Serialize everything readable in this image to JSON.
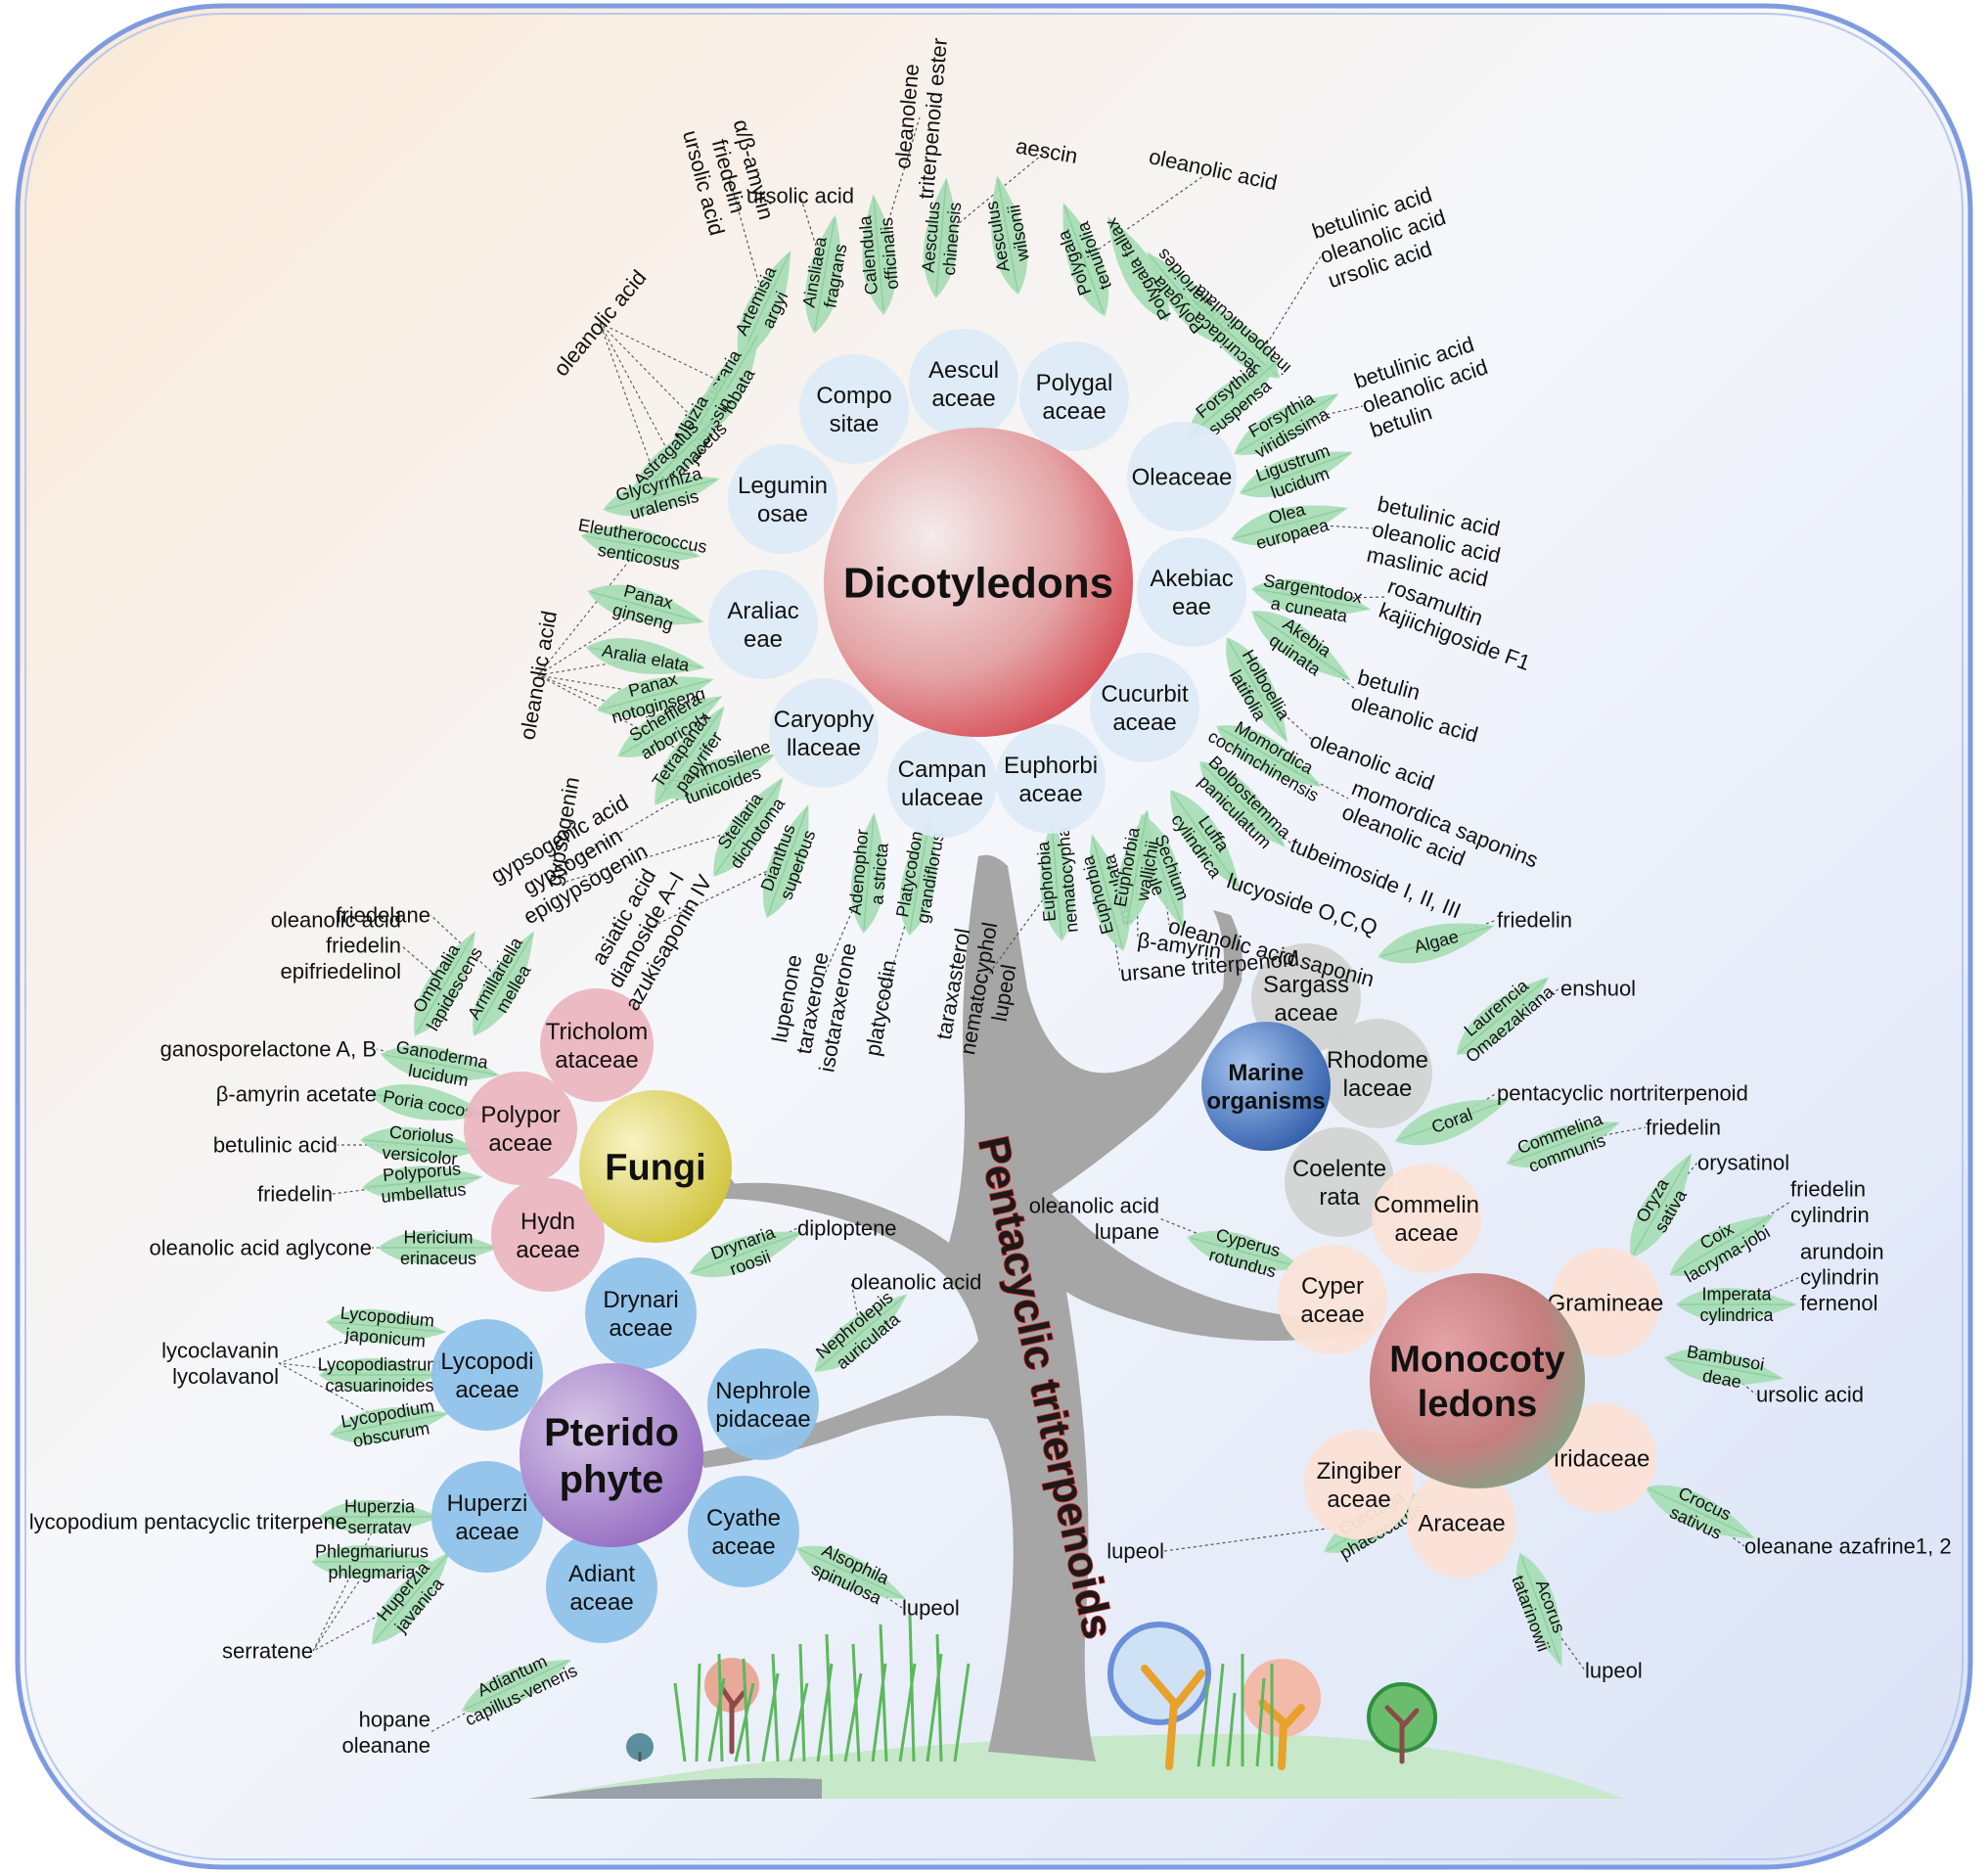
{
  "title": "Pentacyclic triterpenoids",
  "colors": {
    "frame": "#7f9be0",
    "leaf": "#a6dcb4",
    "trunk": "#a9a9a9",
    "dicot": "#d6555b",
    "fungi": "#dcd64a",
    "fungi_family": "#ebb6c0",
    "pterido": "#a688c6",
    "pterido_family": "#8fc2ea",
    "marine": "#3f6fbd",
    "marine_family": "#d3d3d3",
    "monocot": "#c45c6a",
    "monocot_family": "#fbe2d6",
    "dicot_family": "#ddeaf6"
  },
  "groups": {
    "dicot": {
      "label": "Dicotyledons",
      "families": [
        {
          "label": [
            "Compo",
            "sitae"
          ],
          "leaves": [
            {
              "name": [
                "Artemisia",
                "argyi"
              ],
              "compounds": [
                "α/β-amyrin",
                "friedelin",
                "ursolic acid"
              ]
            },
            {
              "name": [
                "Ainsliaea",
                "fragrans"
              ],
              "compounds": [
                "ursolic acid"
              ]
            },
            {
              "name": [
                "Calendula",
                "officinalis"
              ],
              "compounds": [
                "oleanolene",
                "triterpenoid ester"
              ]
            }
          ]
        },
        {
          "label": [
            "Aescul",
            "aceae"
          ],
          "leaves": [
            {
              "name": [
                "Aesculus",
                "chinensis"
              ],
              "compounds": [
                "aescin"
              ]
            },
            {
              "name": [
                "Aesculus",
                "wilsonii"
              ],
              "compounds": []
            }
          ]
        },
        {
          "label": [
            "Polygal",
            "aceae"
          ],
          "leaves": [
            {
              "name": [
                "Polygala",
                "tenuifolia"
              ],
              "compounds": [
                "oleanolic acid"
              ]
            },
            {
              "name": [
                "Polygala fallax"
              ],
              "compounds": []
            },
            {
              "name": [
                "Polygala",
                "crotalarioides"
              ],
              "compounds": []
            },
            {
              "name": [
                "Securidaca",
                "inappendiculata"
              ],
              "compounds": []
            }
          ]
        },
        {
          "label": [
            "Oleaceae"
          ],
          "leaves": [
            {
              "name": [
                "Forsythia",
                "suspensa"
              ],
              "compounds": [
                "betulinic acid",
                "oleanolic acid",
                "ursolic acid"
              ]
            },
            {
              "name": [
                "Forsythia",
                "viridissima"
              ],
              "compounds": [
                "betulinic acid",
                "oleanolic acid",
                "betulin"
              ]
            },
            {
              "name": [
                "Ligustrum",
                "lucidum"
              ],
              "compounds": []
            },
            {
              "name": [
                "Olea",
                "europaea"
              ],
              "compounds": [
                "betulinic acid",
                "oleanolic acid",
                "maslinic acid"
              ]
            }
          ]
        },
        {
          "label": [
            "Akebiac",
            "eae"
          ],
          "leaves": [
            {
              "name": [
                "Sargentodox",
                "a cuneata"
              ],
              "compounds": [
                "rosamultin",
                "kajiichigoside F1"
              ]
            },
            {
              "name": [
                "Akebia",
                "quinata"
              ],
              "compounds": [
                "betulin",
                "oleanolic acid"
              ]
            },
            {
              "name": [
                "Holboellia",
                "latifolia"
              ],
              "compounds": [
                "oleanolic acid"
              ]
            }
          ]
        },
        {
          "label": [
            "Cucurbit",
            "aceae"
          ],
          "leaves": [
            {
              "name": [
                "Momordica",
                "cochinchinensis"
              ],
              "compounds": [
                "momordica saponins",
                "oleanolic acid"
              ]
            },
            {
              "name": [
                "Bolbostemma",
                "paniculatum"
              ],
              "compounds": [
                "tubeimoside I, II, III"
              ]
            },
            {
              "name": [
                "Luffa",
                "cylindrica"
              ],
              "compounds": [
                "lucyoside O,C,Q"
              ]
            },
            {
              "name": [
                "Sechium",
                "edule"
              ],
              "compounds": [
                "oleanolic acid saponin"
              ]
            }
          ]
        },
        {
          "label": [
            "Euphorbi",
            "aceae"
          ],
          "leaves": [
            {
              "name": [
                "Euphorbia",
                "nematocypha"
              ],
              "compounds": [
                "taraxasterol",
                "nematocyphol",
                "lupeol"
              ]
            },
            {
              "name": [
                "Euphorbia",
                "maculata"
              ],
              "compounds": [
                "ursane triterpenoid"
              ]
            },
            {
              "name": [
                "Euphorbia",
                "wallichii"
              ],
              "compounds": [
                "β-amyrin"
              ]
            }
          ]
        },
        {
          "label": [
            "Campan",
            "ulaceae"
          ],
          "leaves": [
            {
              "name": [
                "Adenophor",
                "a stricta"
              ],
              "compounds": [
                "lupenone",
                "taraxerone",
                "isotaraxerone"
              ]
            },
            {
              "name": [
                "Platycodon",
                "grandiflorus"
              ],
              "compounds": [
                "platycodin"
              ]
            }
          ]
        },
        {
          "label": [
            "Caryophy",
            "llaceae"
          ],
          "leaves": [
            {
              "name": [
                "Psammosilene",
                "tunicoides"
              ],
              "compounds": [
                "gypsogenic acid",
                "gypsogenin",
                "epigypsogenin"
              ]
            },
            {
              "name": [
                "Stellaria",
                "dichotoma"
              ],
              "compounds": [
                "gypsogenin"
              ]
            },
            {
              "name": [
                "Dianthus",
                "superbus"
              ],
              "compounds": [
                "asiatic acid",
                "dianoside A–I",
                "azukisaponin IV"
              ]
            }
          ]
        },
        {
          "label": [
            "Araliac",
            "eae"
          ],
          "leaves": [
            {
              "name": [
                "Eleutherococcus",
                "senticosus"
              ],
              "compounds": []
            },
            {
              "name": [
                "Panax",
                "ginseng"
              ],
              "compounds": []
            },
            {
              "name": [
                "Aralia elata"
              ],
              "compounds": []
            },
            {
              "name": [
                "Panax",
                "notoginseng"
              ],
              "compounds": []
            },
            {
              "name": [
                "Schefflera",
                "arboricola"
              ],
              "compounds": []
            },
            {
              "name": [
                "Tetrapanax",
                "papyrifer"
              ],
              "compounds": []
            }
          ],
          "shared_compound": "oleanolic acid"
        },
        {
          "label": [
            "Legumin",
            "osae"
          ],
          "leaves": [
            {
              "name": [
                "Pueraria",
                "lobata"
              ],
              "compounds": []
            },
            {
              "name": [
                "Albizia",
                "julibrissin"
              ],
              "compounds": []
            },
            {
              "name": [
                "Astragalus",
                "membranaceus"
              ],
              "compounds": []
            },
            {
              "name": [
                "Glycyrrhiza",
                "uralensis"
              ],
              "compounds": []
            }
          ],
          "shared_compound": "oleanolic acid"
        }
      ]
    },
    "fungi": {
      "label": "Fungi",
      "families": [
        {
          "label": [
            "Tricholom",
            "ataceae"
          ],
          "leaves": [
            {
              "name": [
                "Armillariella",
                "mellea"
              ],
              "compounds": [
                "friedelane"
              ]
            },
            {
              "name": [
                "Omphalia",
                "lapidescens"
              ],
              "compounds": [
                "oleanolic acid",
                "friedelin",
                "epifriedelinol"
              ]
            }
          ]
        },
        {
          "label": [
            "Polypor",
            "aceae"
          ],
          "leaves": [
            {
              "name": [
                "Ganoderma",
                "lucidum"
              ],
              "compounds": [
                "ganosporelactone A, B"
              ]
            },
            {
              "name": [
                "Poria cocos"
              ],
              "compounds": [
                "β-amyrin acetate"
              ]
            },
            {
              "name": [
                "Coriolus",
                "versicolor"
              ],
              "compounds": [
                "betulinic acid"
              ]
            },
            {
              "name": [
                "Polyporus",
                "umbellatus"
              ],
              "compounds": [
                "friedelin"
              ]
            }
          ]
        },
        {
          "label": [
            "Hydn",
            "aceae"
          ],
          "leaves": [
            {
              "name": [
                "Hericium",
                "erinaceus"
              ],
              "compounds": [
                "oleanolic acid aglycone"
              ]
            }
          ]
        }
      ]
    },
    "pterido": {
      "label": [
        "Pterido",
        "phyte"
      ],
      "families": [
        {
          "label": [
            "Drynari",
            "aceae"
          ],
          "leaves": [
            {
              "name": [
                "Drynaria",
                "roosii"
              ],
              "compounds": [
                "diploptene"
              ]
            }
          ]
        },
        {
          "label": [
            "Nephrole",
            "pidaceae"
          ],
          "leaves": [
            {
              "name": [
                "Nephrolepis",
                "auriculata"
              ],
              "compounds": [
                "oleanolic acid"
              ]
            }
          ]
        },
        {
          "label": [
            "Lycopodi",
            "aceae"
          ],
          "leaves": [
            {
              "name": [
                "Lycopodium",
                "japonicum"
              ],
              "compounds": []
            },
            {
              "name": [
                "Lycopodiastrum",
                "casuarinoides"
              ],
              "compounds": []
            },
            {
              "name": [
                "Lycopodium",
                "obscurum"
              ],
              "compounds": []
            }
          ],
          "shared_compounds": [
            "lycoclavanin",
            "lycolavanol"
          ]
        },
        {
          "label": [
            "Huperzi",
            "aceae"
          ],
          "leaves": [
            {
              "name": [
                "Huperzia",
                "serratav"
              ],
              "compounds": [
                "lycopodium pentacyclic triterpene"
              ]
            },
            {
              "name": [
                "Phlegmariurus",
                "phlegmaria"
              ],
              "compounds": []
            },
            {
              "name": [
                "Huperzia",
                "javanica"
              ],
              "compounds": []
            }
          ],
          "shared_compound": "serratene"
        },
        {
          "label": [
            "Cyathe",
            "aceae"
          ],
          "leaves": [
            {
              "name": [
                "Alsophila",
                "spinulosa"
              ],
              "compounds": [
                "lupeol"
              ]
            }
          ]
        },
        {
          "label": [
            "Adiant",
            "aceae"
          ],
          "leaves": [
            {
              "name": [
                "Adiantum",
                "capillus-veneris"
              ],
              "compounds": [
                "hopane",
                "oleanane"
              ]
            }
          ]
        }
      ]
    },
    "marine": {
      "label": [
        "Marine",
        "organisms"
      ],
      "families": [
        {
          "label": [
            "Sargass",
            "aceae"
          ],
          "leaves": [
            {
              "name": [
                "Algae"
              ],
              "compounds": [
                "friedelin"
              ]
            }
          ]
        },
        {
          "label": [
            "Rhodome",
            "laceae"
          ],
          "leaves": [
            {
              "name": [
                "Laurencia",
                "Omaezakiana"
              ],
              "compounds": [
                "enshuol"
              ]
            }
          ]
        },
        {
          "label": [
            "Coelente",
            "rata"
          ],
          "leaves": [
            {
              "name": [
                "Coral"
              ],
              "compounds": [
                "pentacyclic nortriterpenoid"
              ]
            }
          ]
        }
      ]
    },
    "monocot": {
      "label": [
        "Monocoty",
        "ledons"
      ],
      "families": [
        {
          "label": [
            "Commelin",
            "aceae"
          ],
          "leaves": [
            {
              "name": [
                "Commelina",
                "communis"
              ],
              "compounds": [
                "friedelin"
              ]
            }
          ]
        },
        {
          "label": [
            "Gramineae"
          ],
          "leaves": [
            {
              "name": [
                "Oryza",
                "sativa"
              ],
              "compounds": [
                "orysatinol"
              ]
            },
            {
              "name": [
                "Coix",
                "lacryma-jobi"
              ],
              "compounds": [
                "friedelin",
                "cylindrin"
              ]
            },
            {
              "name": [
                "Imperata",
                "cylindrica"
              ],
              "compounds": [
                "arundoin",
                "cylindrin",
                "fernenol"
              ]
            },
            {
              "name": [
                "Bambusoi",
                "deae"
              ],
              "compounds": [
                "ursolic acid"
              ]
            }
          ]
        },
        {
          "label": [
            "Iridaceae"
          ],
          "leaves": [
            {
              "name": [
                "Crocus",
                "sativus"
              ],
              "compounds": [
                "oleanane azafrine1, 2"
              ]
            }
          ]
        },
        {
          "label": [
            "Araceae"
          ],
          "leaves": [
            {
              "name": [
                "Acorus",
                "tatarinowii"
              ],
              "compounds": [
                "lupeol"
              ]
            }
          ]
        },
        {
          "label": [
            "Zingiber",
            "aceae"
          ],
          "leaves": [
            {
              "name": [
                "Curcuma",
                "phaeocaulis"
              ],
              "compounds": [
                "lupeol"
              ]
            }
          ]
        },
        {
          "label": [
            "Cyper",
            "aceae"
          ],
          "leaves": [
            {
              "name": [
                "Cyperus",
                "rotundus"
              ],
              "compounds": [
                "oleanolic acid",
                "lupane"
              ]
            }
          ]
        }
      ]
    }
  }
}
